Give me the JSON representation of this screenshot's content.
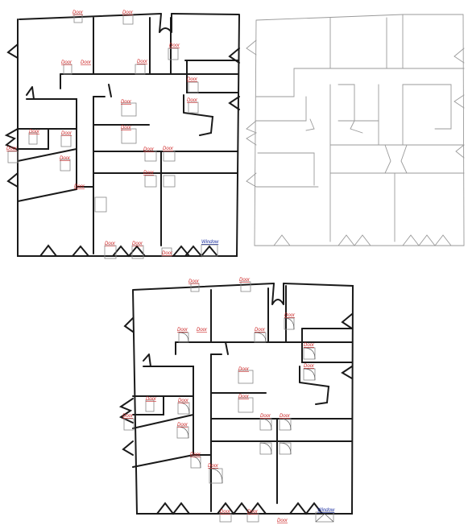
{
  "labels": {
    "door": "Door",
    "window": "Window"
  },
  "colors": {
    "wall": "#1a1a1a",
    "sketch": "#9a9a9a",
    "door_label": "#cc2222",
    "window_label": "#1a2ea0",
    "box": "#888888",
    "background": "#ffffff"
  },
  "panels": [
    {
      "name": "annotated-floorplan"
    },
    {
      "name": "sketch-floorplan"
    },
    {
      "name": "annotated-floorplan-with-symbols"
    }
  ]
}
